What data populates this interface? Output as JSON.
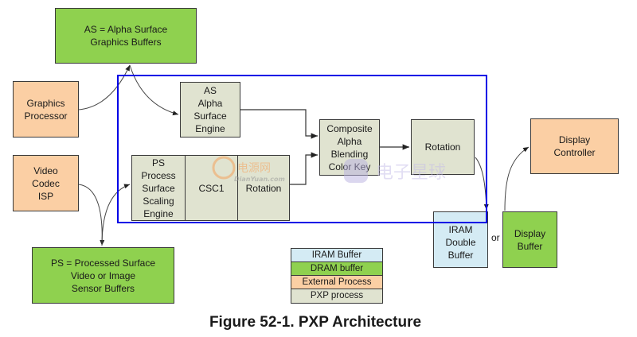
{
  "diagram": {
    "nodes": {
      "as_buffers": "AS = Alpha Surface\nGraphics Buffers",
      "graphics_processor": "Graphics\nProcessor",
      "video_codec": "Video\nCodec\nISP",
      "ps_buffers": "PS = Processed Surface\nVideo or Image\nSensor Buffers",
      "as_engine": "AS\nAlpha\nSurface\nEngine",
      "ps_engine": "PS\nProcess\nSurface\nScaling\nEngine",
      "csc1": "CSC1",
      "rotation_ps": "Rotation",
      "composite": "Composite\nAlpha\nBlending\nColor Key",
      "rotation_out": "Rotation",
      "iram_double_buffer": "IRAM\nDouble\nBuffer",
      "display_buffer": "Display\nBuffer",
      "display_controller": "Display\nController"
    },
    "or_label": "or",
    "legend": [
      {
        "label": "IRAM Buffer",
        "color": "#d4ebf4"
      },
      {
        "label": "DRAM buffer",
        "color": "#8fd14f"
      },
      {
        "label": "External Process",
        "color": "#fbcfa4"
      },
      {
        "label": "PXP process",
        "color": "#e0e3d0"
      }
    ],
    "caption": "Figure 52-1. PXP Architecture",
    "frame_color": "#0000e6",
    "watermarks": [
      "电源网 DianYuan.com",
      "电子星球"
    ]
  }
}
